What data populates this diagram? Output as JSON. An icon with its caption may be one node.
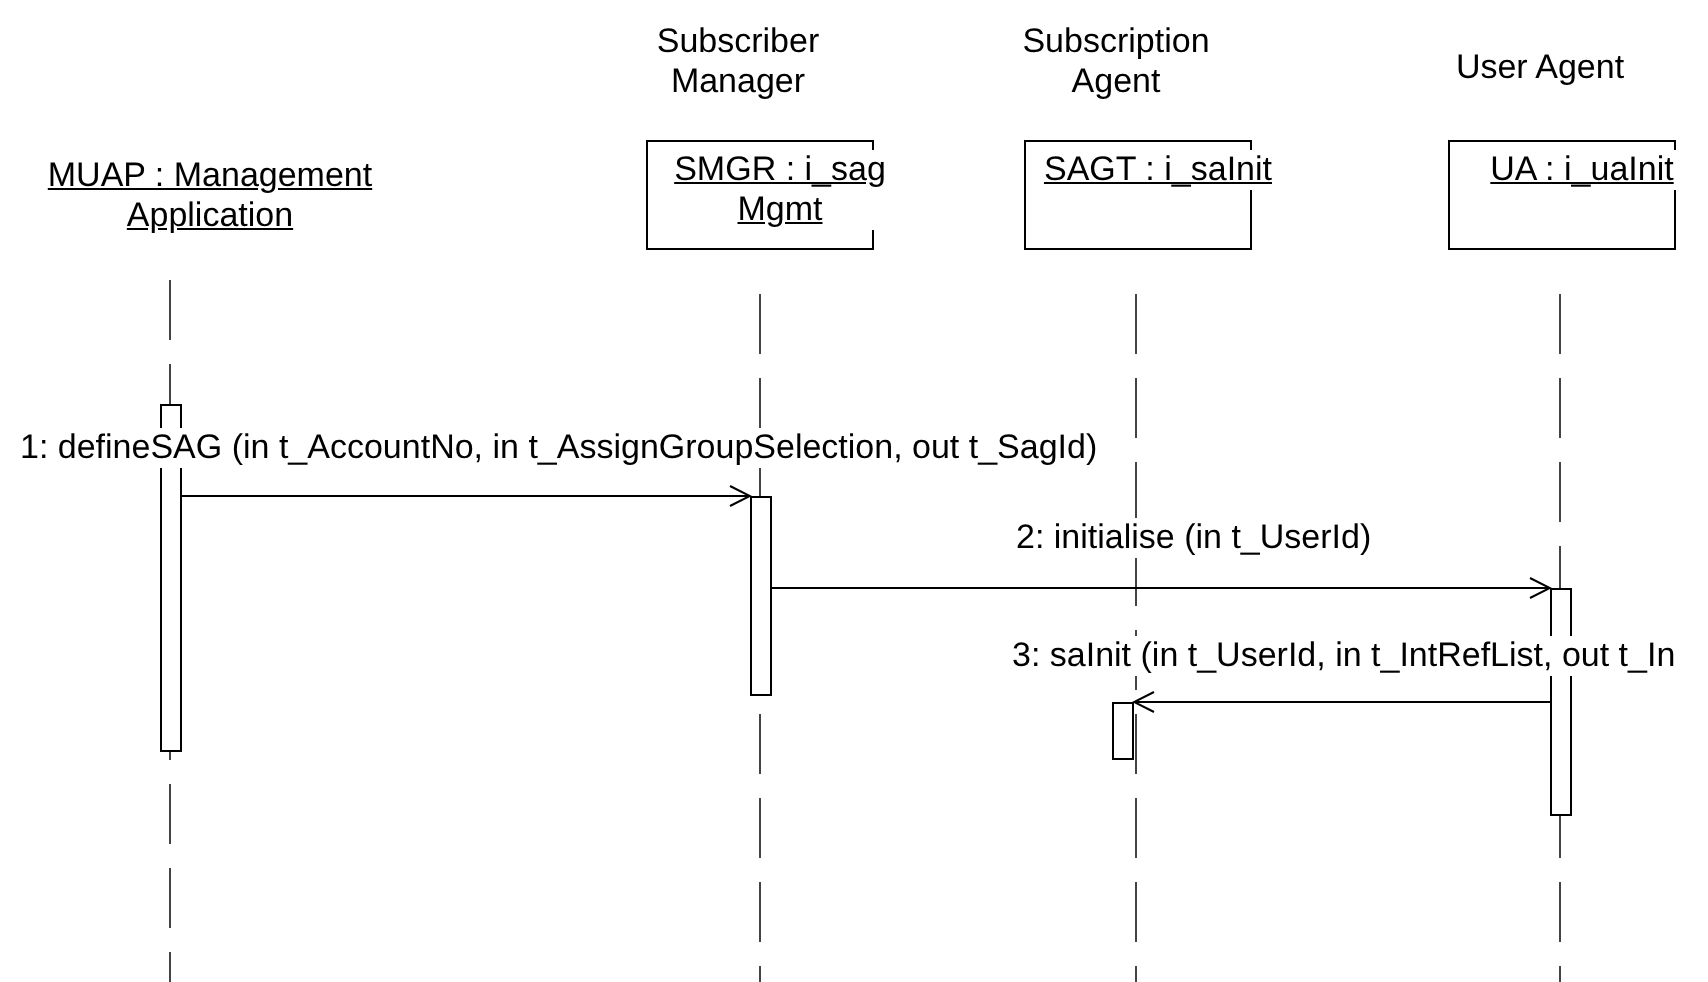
{
  "diagram": {
    "nodes": [
      {
        "text": [
          "MUAP : Management Application"
        ]
      },
      {
        "text": [
          "Subscriber Manager",
          "SMGR : i_sag Mgmt"
        ]
      },
      {
        "text": [
          "Subscription Agent",
          "SAGT : i_saInit"
        ]
      },
      {
        "text": [
          "User Agent",
          "UA : i_uaInit"
        ]
      },
      {
        "text": [],
        "shape": "bar"
      },
      {
        "text": [],
        "shape": "bar"
      },
      {
        "text": [],
        "shape": "bar"
      },
      {
        "text": [],
        "shape": "bar"
      }
    ],
    "edges": [
      {
        "from": 4,
        "to": 5,
        "arrow": "to",
        "label": "1: defineSAG (in t_AccountNo, in t_AssignGroupSelection, out t_SagId)"
      },
      {
        "from": 5,
        "to": 6,
        "arrow": "to",
        "label": "2: initialise (in t_UserId)"
      },
      {
        "from": 6,
        "to": 7,
        "arrow": "to",
        "label": "3: saInit (in t_UserId, in t_IntRefList, out t_In"
      }
    ]
  }
}
